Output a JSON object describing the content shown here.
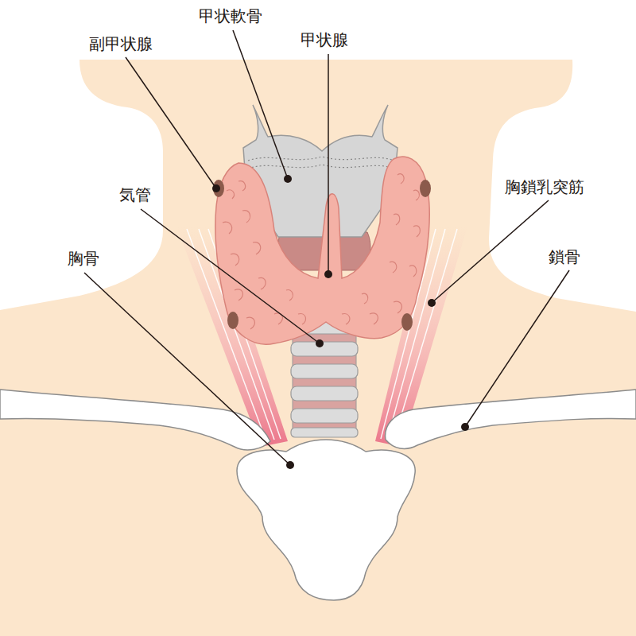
{
  "diagram": {
    "labels": [
      "甲状軟骨",
      "甲状腺",
      "副甲状腺",
      "気管",
      "胸鎖乳突筋",
      "胸骨",
      "鎖骨"
    ]
  }
}
